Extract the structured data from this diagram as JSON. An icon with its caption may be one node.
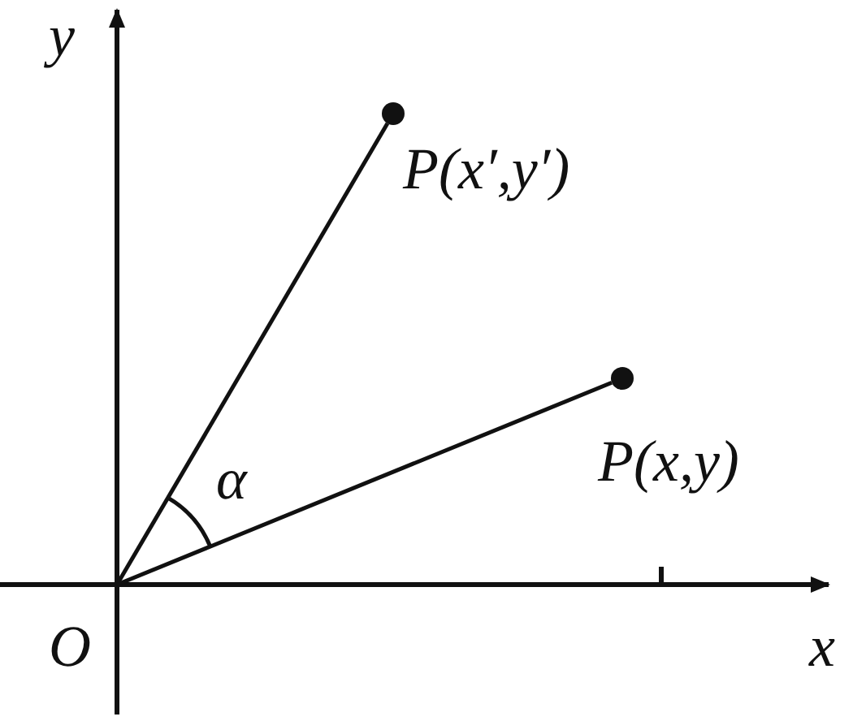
{
  "diagram": {
    "nodes": [
      {
        "text": [],
        "shape": "circle",
        "beside": [
          "P(x′,y′)"
        ]
      },
      {
        "text": [],
        "shape": "circle",
        "beside": [
          "P(x,y)"
        ]
      }
    ],
    "edges": [
      {
        "from": null,
        "to": 0,
        "arrow": "none"
      },
      {
        "from": null,
        "to": 1,
        "arrow": "none"
      }
    ],
    "labels": [
      "y",
      "x",
      "O",
      "α"
    ]
  }
}
